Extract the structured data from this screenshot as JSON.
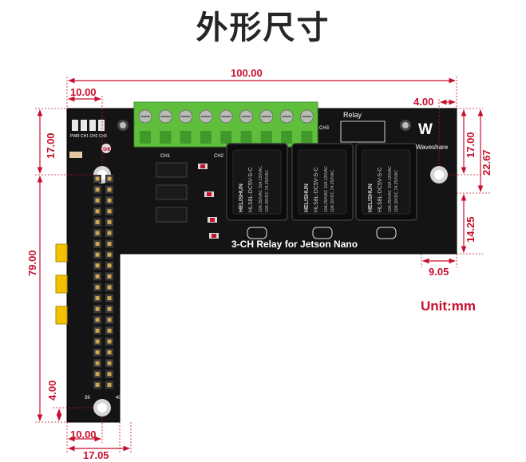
{
  "title": "外形尺寸",
  "unit_label": "Unit:mm",
  "board": {
    "name": "3-CH Relay for Jetson Nano",
    "brand": "Waveshare",
    "relay_label": "Relay",
    "terminal_label": "CH3",
    "channel_labels": [
      "CH1",
      "CH2"
    ],
    "led_labels": "PWR CH1 CH2 CH3",
    "ok_mark": "OK",
    "relay_brand": "HELISHUN",
    "relay_model": "HLS8L-DC5V-S-C",
    "relay_rating_1": "10A 250VAC  15A 125VAC",
    "relay_rating_2": "10A 30VDC  7A 250VAC",
    "pin_start": "39",
    "pin_end": "40"
  },
  "dimensions": {
    "overall_width": "100.00",
    "top_left_offset": "10.00",
    "top_right_offset": "4.00",
    "left_top_offset": "17.00",
    "left_height": "79.00",
    "left_bottom_offset": "4.00",
    "bottom_left_offset": "10.00",
    "bottom_width": "17.05",
    "right_top_offset": "17.00",
    "right_total": "22.67",
    "right_lower": "14.25",
    "right_step": "9.05"
  },
  "colors": {
    "pcb": "#141414",
    "terminal": "#5fbf3c",
    "dimension": "#c8102e",
    "jumper": "#f2c200"
  }
}
